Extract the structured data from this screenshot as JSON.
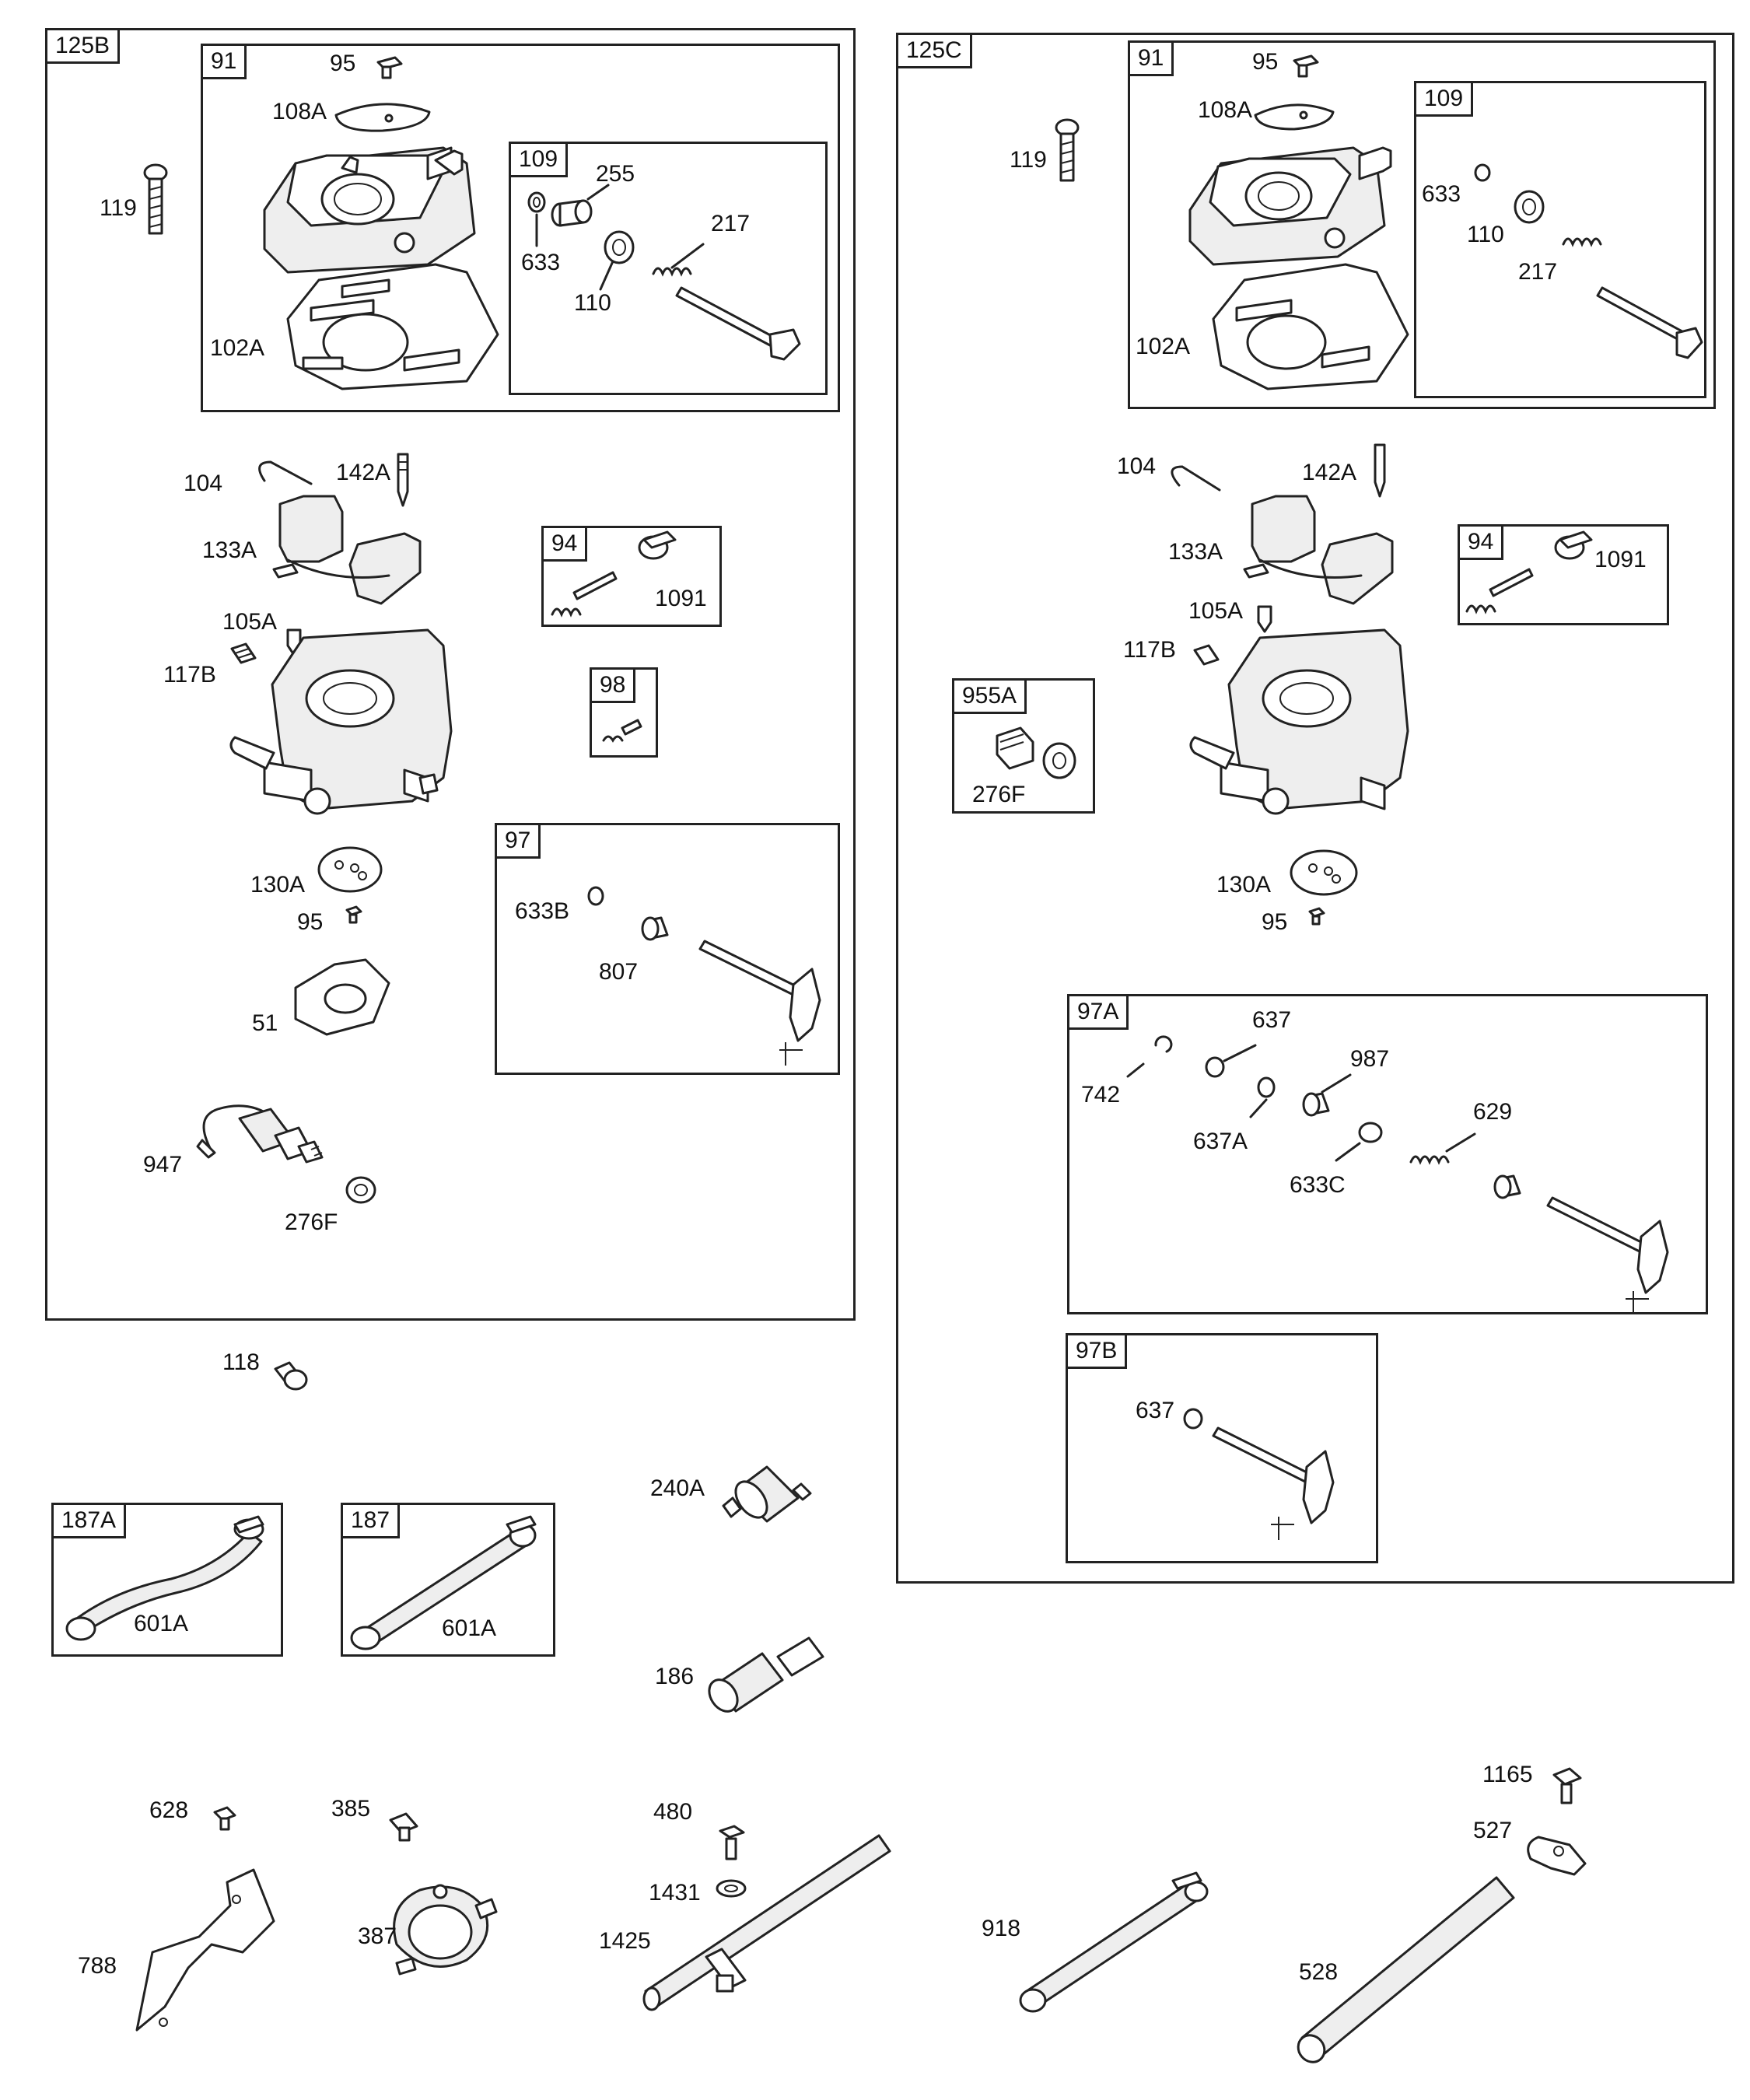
{
  "boxes": {
    "b125B": "125B",
    "b91L": "91",
    "b109L": "109",
    "b94L": "94",
    "b98": "98",
    "b97": "97",
    "b125C": "125C",
    "b91R": "91",
    "b109R": "109",
    "b94R": "94",
    "b955A": "955A",
    "b97A": "97A",
    "b97B": "97B",
    "b187A": "187A",
    "b187": "187"
  },
  "labels": {
    "l95a": "95",
    "l108Aa": "108A",
    "l119a": "119",
    "l102Aa": "102A",
    "l255a": "255",
    "l633a": "633",
    "l217a": "217",
    "l110a": "110",
    "l104a": "104",
    "l142Aa": "142A",
    "l133Aa": "133A",
    "l1091a": "1091",
    "l105Aa": "105A",
    "l117Ba": "117B",
    "l130Aa": "130A",
    "l95b": "95",
    "l633Ba": "633B",
    "l807a": "807",
    "l51a": "51",
    "l947a": "947",
    "l276Fa": "276F",
    "l95c": "95",
    "l108Ab": "108A",
    "l119b": "119",
    "l633b": "633",
    "l110b": "110",
    "l217b": "217",
    "l102Ab": "102A",
    "l104b": "104",
    "l142Ab": "142A",
    "l133Ab": "133A",
    "l1091b": "1091",
    "l105Ab": "105A",
    "l117Bb": "117B",
    "l276Fb": "276F",
    "l130Ab": "130A",
    "l95d": "95",
    "l637a": "637",
    "l742a": "742",
    "l987a": "987",
    "l637Aa": "637A",
    "l629a": "629",
    "l633Ca": "633C",
    "l637b": "637",
    "l118a": "118",
    "l240Aa": "240A",
    "l601Aa": "601A",
    "l601Ab": "601A",
    "l186a": "186",
    "l628a": "628",
    "l385a": "385",
    "l480a": "480",
    "l1165a": "1165",
    "l527a": "527",
    "l1431a": "1431",
    "l1425a": "1425",
    "l387a": "387",
    "l788a": "788",
    "l918a": "918",
    "l528a": "528"
  }
}
